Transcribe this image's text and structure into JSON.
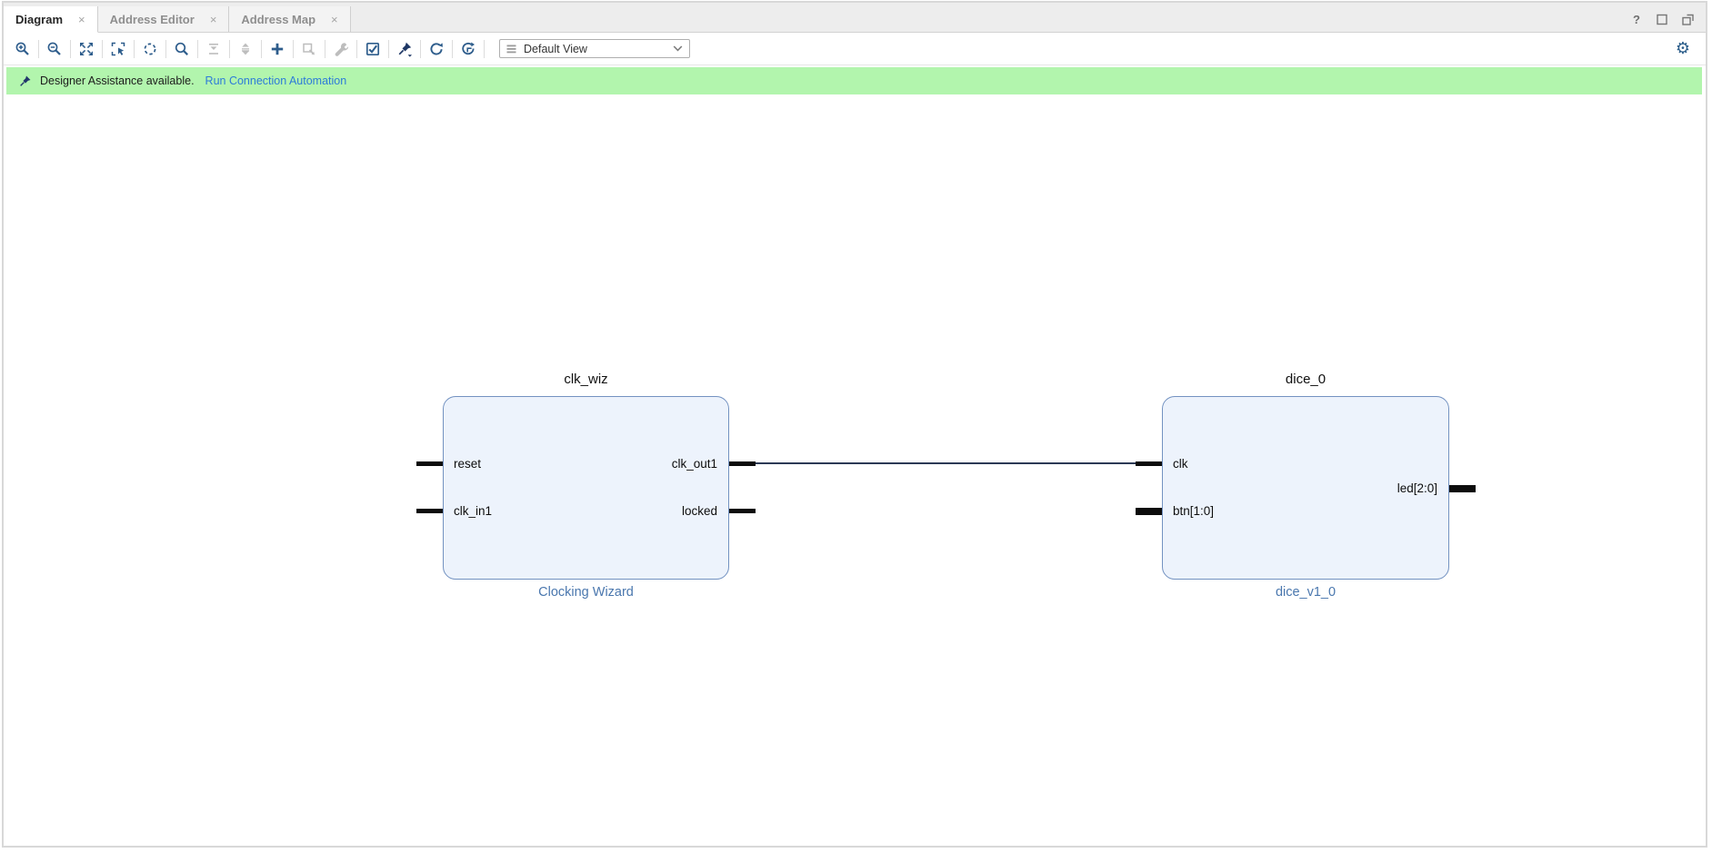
{
  "tabs": [
    {
      "label": "Diagram",
      "active": true
    },
    {
      "label": "Address Editor",
      "active": false
    },
    {
      "label": "Address Map",
      "active": false
    }
  ],
  "glyphs": {
    "close": "×",
    "help": "?",
    "gear": "⚙"
  },
  "window_controls": {
    "help": "help-icon",
    "maximize": "maximize-icon",
    "float": "float-icon"
  },
  "toolbar": {
    "buttons": [
      {
        "name": "zoom-in",
        "icon": "zoom-in-icon",
        "enabled": true
      },
      {
        "name": "zoom-out",
        "icon": "zoom-out-icon",
        "enabled": true
      },
      {
        "name": "zoom-fit",
        "icon": "zoom-fit-icon",
        "enabled": true
      },
      {
        "name": "zoom-to-selection",
        "icon": "zoom-to-selection-icon",
        "enabled": true
      },
      {
        "name": "fit-selection",
        "icon": "fit-selection-icon",
        "enabled": true
      },
      {
        "name": "search",
        "icon": "search-icon",
        "enabled": true
      },
      {
        "name": "collapse-hierarchy",
        "icon": "collapse-hierarchy-icon",
        "enabled": false
      },
      {
        "name": "expand-hierarchy",
        "icon": "expand-hierarchy-icon",
        "enabled": false
      },
      {
        "name": "add-ip",
        "icon": "add-ip-icon",
        "enabled": true
      },
      {
        "name": "make-external",
        "icon": "make-external-icon",
        "enabled": false
      },
      {
        "name": "customize-block",
        "icon": "customize-block-icon",
        "enabled": false
      },
      {
        "name": "validate-design",
        "icon": "validate-design-icon",
        "enabled": true
      },
      {
        "name": "pin",
        "icon": "pin-icon",
        "enabled": true
      },
      {
        "name": "refresh",
        "icon": "refresh-icon",
        "enabled": true
      },
      {
        "name": "regenerate-layout",
        "icon": "regenerate-layout-icon",
        "enabled": true
      }
    ],
    "view_selector": {
      "value": "Default View",
      "icon": "view-list-icon",
      "chevron": "chevron-down-icon"
    },
    "settings_icon": "gear-icon"
  },
  "banner": {
    "icon": "pushpin-icon",
    "message": "Designer Assistance available.",
    "link_label": "Run Connection Automation"
  },
  "diagram": {
    "blocks": [
      {
        "name": "clk_wiz",
        "caption": "Clocking Wizard",
        "left_ports": [
          {
            "name": "reset",
            "bus": false
          },
          {
            "name": "clk_in1",
            "bus": false
          }
        ],
        "right_ports": [
          {
            "name": "clk_out1",
            "bus": false
          },
          {
            "name": "locked",
            "bus": false
          }
        ]
      },
      {
        "name": "dice_0",
        "caption": "dice_v1_0",
        "left_ports": [
          {
            "name": "clk",
            "bus": false
          },
          {
            "name": "btn[1:0]",
            "bus": true
          }
        ],
        "right_ports": [
          {
            "name": "led[2:0]",
            "bus": true
          }
        ]
      }
    ],
    "connections": [
      {
        "from": "clk_wiz/clk_out1",
        "to": "dice_0/clk"
      }
    ]
  },
  "colors": {
    "banner_green": "#b2f5ad",
    "link_blue": "#2d7bd9",
    "block_fill": "#edf3fc",
    "block_border": "#7392c1",
    "caption_blue": "#4a77ae",
    "toolbar_icon_blue": "#2e5d8c",
    "wire": "#2c3a55"
  }
}
